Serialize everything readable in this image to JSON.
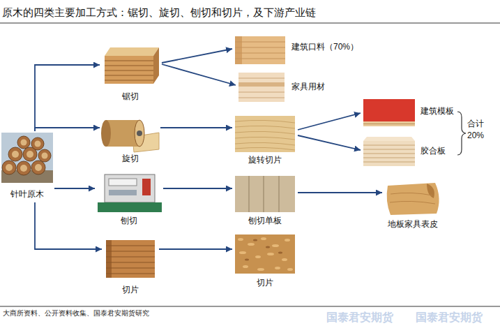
{
  "diagram": {
    "title": "原木的四类主要加工方式：锯切、旋切、刨切和切片，及下游产业链",
    "caption": "大商所资料、公开资料收集、国泰君安期货研究",
    "nodes": [
      {
        "text": [
          "针叶原木"
        ]
      },
      {
        "text": [
          "锯切"
        ]
      },
      {
        "text": [
          "旋切"
        ]
      },
      {
        "text": [
          "刨切"
        ]
      },
      {
        "text": [
          "切片"
        ]
      },
      {
        "text": [
          "建筑口料（70%）"
        ]
      },
      {
        "text": [
          "家具用材"
        ]
      },
      {
        "text": [
          "旋转切片"
        ]
      },
      {
        "text": [
          "刨切单板"
        ]
      },
      {
        "text": [
          "切片"
        ]
      },
      {
        "text": [
          "建筑模板"
        ]
      },
      {
        "text": [
          "胶合板"
        ]
      },
      {
        "text": [
          "地板家具表皮"
        ]
      }
    ],
    "edges": [
      {
        "from": 0,
        "to": 1,
        "arrow": "to"
      },
      {
        "from": 0,
        "to": 2,
        "arrow": "to"
      },
      {
        "from": 0,
        "to": 3,
        "arrow": "to"
      },
      {
        "from": 0,
        "to": 4,
        "arrow": "to"
      },
      {
        "from": 1,
        "to": 5,
        "arrow": "to"
      },
      {
        "from": 1,
        "to": 6,
        "arrow": "to"
      },
      {
        "from": 2,
        "to": 7,
        "arrow": "to"
      },
      {
        "from": 3,
        "to": 8,
        "arrow": "to"
      },
      {
        "from": 4,
        "to": 9,
        "arrow": "to"
      },
      {
        "from": 7,
        "to": 10,
        "arrow": "to"
      },
      {
        "from": 7,
        "to": 11,
        "arrow": "to"
      },
      {
        "from": 8,
        "to": 12,
        "arrow": "to"
      }
    ],
    "labels": [
      "合计",
      "20%",
      "国泰君安期货",
      "国泰君安期货"
    ]
  }
}
